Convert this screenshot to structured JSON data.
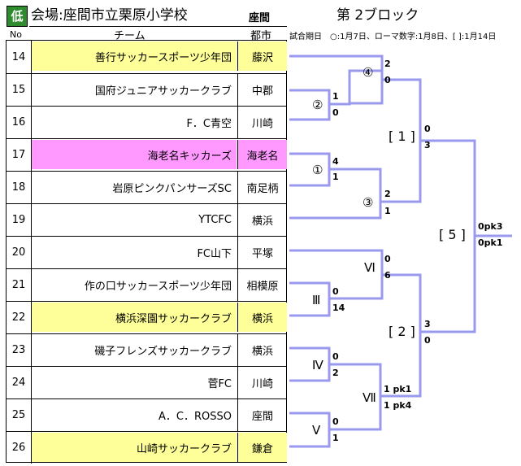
{
  "header": {
    "badge": "低",
    "venue": "会場:座間市立栗原小学校",
    "venue_city": "座間",
    "block_title": "第 2ブロック"
  },
  "columns": {
    "no": "No",
    "team": "チーム",
    "city": "都市"
  },
  "note": "試合期日　○:1月7日、ローマ数字:1月8日、[ ]:1月14日",
  "teams": [
    {
      "no": "14",
      "name": "善行サッカースポーツ少年団",
      "city": "藤沢",
      "highlight": "yellow"
    },
    {
      "no": "15",
      "name": "国府ジュニアサッカークラブ",
      "city": "中郡",
      "highlight": ""
    },
    {
      "no": "16",
      "name": "F．C青空",
      "city": "川崎",
      "highlight": ""
    },
    {
      "no": "17",
      "name": "海老名キッカーズ",
      "city": "海老名",
      "highlight": "pink"
    },
    {
      "no": "18",
      "name": "岩原ピンクパンサーズSC",
      "city": "南足柄",
      "highlight": ""
    },
    {
      "no": "19",
      "name": "YTCFC",
      "city": "横浜",
      "highlight": ""
    },
    {
      "no": "20",
      "name": "FC山下",
      "city": "平塚",
      "highlight": ""
    },
    {
      "no": "21",
      "name": "作の口サッカースポーツ少年団",
      "city": "相模原",
      "highlight": ""
    },
    {
      "no": "22",
      "name": "横浜深園サッカークラブ",
      "city": "横浜",
      "highlight": "yellow"
    },
    {
      "no": "23",
      "name": "磯子フレンズサッカークラブ",
      "city": "横浜",
      "highlight": ""
    },
    {
      "no": "24",
      "name": "菅FC",
      "city": "川崎",
      "highlight": ""
    },
    {
      "no": "25",
      "name": "A．C．ROSSO",
      "city": "座間",
      "highlight": ""
    },
    {
      "no": "26",
      "name": "山崎サッカークラブ",
      "city": "鎌倉",
      "highlight": "yellow"
    }
  ],
  "bracket": {
    "line_color": "#9999ee",
    "matches": {
      "m4": {
        "label": "④",
        "score_top": "2",
        "score_bottom": "0"
      },
      "m2": {
        "label": "②",
        "score_top": "1",
        "score_bottom": "0"
      },
      "m1": {
        "label": "①",
        "score_top": "4",
        "score_bottom": "1"
      },
      "m3": {
        "label": "③",
        "score_top": "2",
        "score_bottom": "1"
      },
      "mVI": {
        "label": "Ⅵ",
        "score_top": "0",
        "score_bottom": "6"
      },
      "mIII": {
        "label": "Ⅲ",
        "score_top": "0",
        "score_bottom": "14"
      },
      "mIV": {
        "label": "Ⅳ",
        "score_top": "0",
        "score_bottom": "2"
      },
      "mVII": {
        "label": "Ⅶ",
        "score_top": "1 pk1",
        "score_bottom": "1 pk4"
      },
      "mV": {
        "label": "Ⅴ",
        "score_top": "0",
        "score_bottom": "1"
      },
      "b1": {
        "label": "[ 1 ]",
        "score_top": "0",
        "score_bottom": "3"
      },
      "b2": {
        "label": "[ 2 ]",
        "score_top": "3",
        "score_bottom": "0"
      },
      "b5": {
        "label": "[ 5 ]",
        "score_top": "0pk3",
        "score_bottom": "0pk1"
      }
    }
  }
}
